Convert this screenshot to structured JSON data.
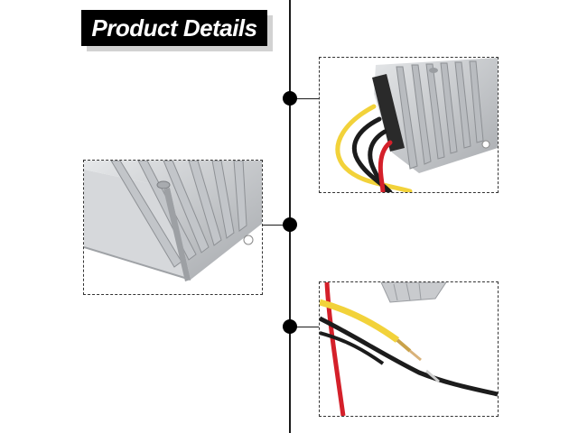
{
  "header": {
    "title": "Product Details"
  },
  "photos": [
    {
      "subject": "heat-sink-wires-top"
    },
    {
      "subject": "heat-sink-corner"
    },
    {
      "subject": "stripped-wire-ends"
    }
  ],
  "colors": {
    "background": "#ffffff",
    "banner": "#000000",
    "banner_text": "#ffffff",
    "wire_yellow": "#f2d23a",
    "wire_red": "#d4202a",
    "wire_black": "#1c1c1c",
    "aluminum": "#c8cacd"
  }
}
